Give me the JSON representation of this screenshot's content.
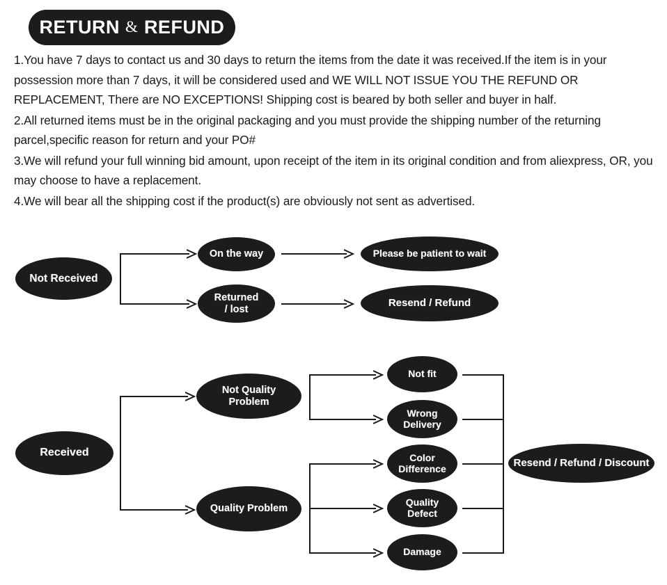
{
  "title": {
    "left": "RETURN",
    "amp": "&",
    "right": "REFUND"
  },
  "policy": {
    "items": [
      "1.You have 7 days to contact us and 30 days to return the items from the date it was received.If the item is in your possession more than 7 days, it will be considered used and WE WILL NOT ISSUE YOU THE REFUND OR REPLACEMENT, There are NO EXCEPTIONS! Shipping cost is beared by both seller and buyer in half.",
      "2.All returned items must be in the original packaging and you must provide the shipping number of the returning parcel,specific reason for return and your PO#",
      "3.We will refund your full winning bid amount, upon receipt of the item in its original condition and from aliexpress, OR, you may choose to have a replacement.",
      "4.We will bear all the shipping cost if the product(s) are obviously not sent as advertised."
    ]
  },
  "flow_not_received": {
    "root": "Not Received",
    "branches": [
      {
        "cause": "On the way",
        "outcome": "Please be patient to wait"
      },
      {
        "cause": "Returned\n/  lost",
        "cause_line1": "Returned",
        "cause_line2": "/  lost",
        "outcome": "Resend / Refund"
      }
    ]
  },
  "flow_received": {
    "root": "Received",
    "groups": [
      {
        "label": "Not Quality Problem",
        "reasons": [
          {
            "line1": "Not fit",
            "line2": ""
          },
          {
            "line1": "Wrong",
            "line2": "Delivery"
          }
        ]
      },
      {
        "label": "Quality Problem",
        "reasons": [
          {
            "line1": "Color",
            "line2": "Difference"
          },
          {
            "line1": "Quality",
            "line2": "Defect"
          },
          {
            "line1": "Damage",
            "line2": ""
          }
        ]
      }
    ],
    "outcome": "Resend / Refund / Discount"
  },
  "colors": {
    "node_fill": "#1c1c1c",
    "node_text": "#ffffff",
    "connector": "#1a1a1a",
    "page_background": "#ffffff",
    "body_text": "#1a1a1a"
  }
}
